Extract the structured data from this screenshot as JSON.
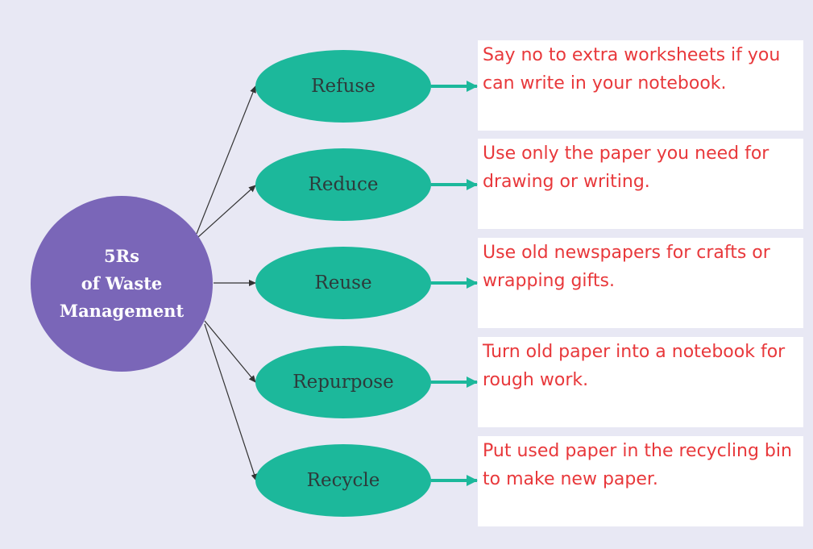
{
  "hub": {
    "line1": "5Rs",
    "line2": "of Waste",
    "line3": "Management"
  },
  "branches": [
    {
      "label": "Refuse",
      "description": "Say no to extra worksheets if you can write in your notebook."
    },
    {
      "label": "Reduce",
      "description": "Use only the paper you need for drawing or writing."
    },
    {
      "label": "Reuse",
      "description": "Use old newspapers for crafts or wrapping gifts."
    },
    {
      "label": "Repurpose",
      "description": "Turn old paper into a notebook for rough work."
    },
    {
      "label": "Recycle",
      "description": "Put used paper in the recycling bin to make new paper."
    }
  ],
  "colors": {
    "background": "#e8e8f4",
    "hub": "#7a66b8",
    "oval": "#1cb89b",
    "description_text": "#e8383b",
    "connector": "#333333"
  }
}
